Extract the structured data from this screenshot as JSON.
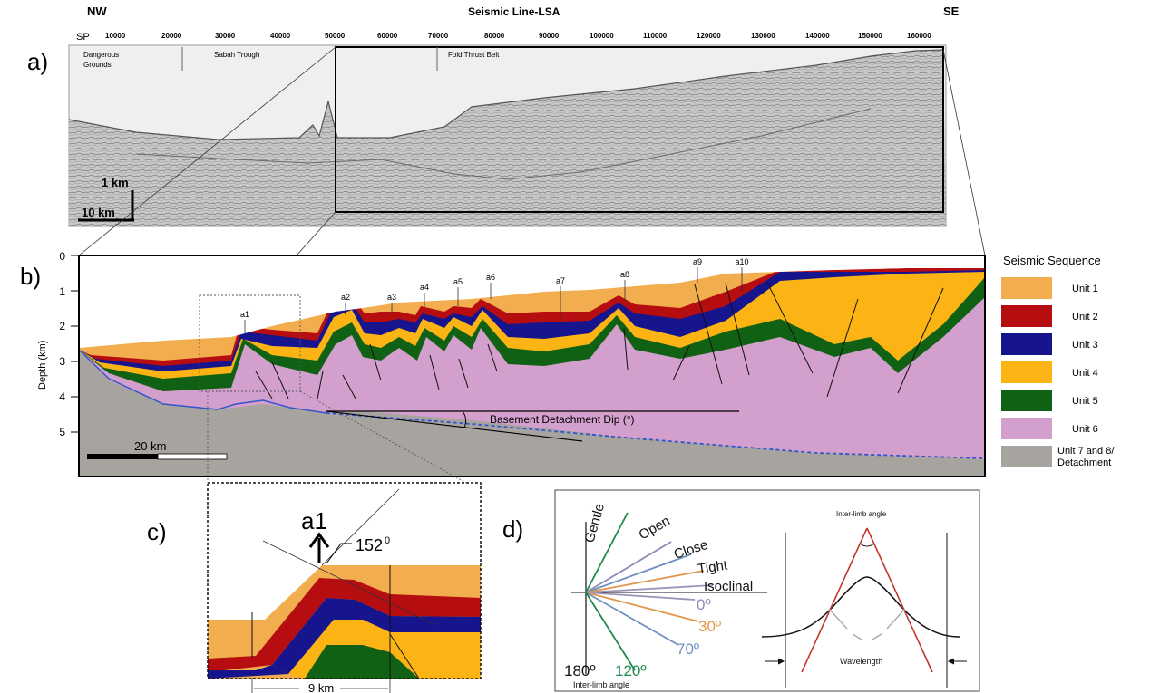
{
  "panel_a": {
    "label": "a)",
    "nw": "NW",
    "se": "SE",
    "title": "Seismic Line-LSA",
    "sp": "SP",
    "sp_ticks": [
      "10000",
      "20000",
      "30000",
      "40000",
      "50000",
      "60000",
      "70000",
      "80000",
      "90000",
      "100000",
      "110000",
      "120000",
      "130000",
      "140000",
      "150000",
      "160000"
    ],
    "regions": [
      "Dangerous",
      "Grounds",
      "Sabah Trough",
      "Fold Thrust Belt"
    ],
    "scale_v": "1 km",
    "scale_h": "10 km"
  },
  "panel_b": {
    "label": "b)",
    "y_axis_label": "Depth (km)",
    "y_ticks": [
      "0",
      "1",
      "2",
      "3",
      "4",
      "5"
    ],
    "anticlines": [
      "a1",
      "a2",
      "a3",
      "a4",
      "a5",
      "a6",
      "a7",
      "a8",
      "a9",
      "a10"
    ],
    "detachment_label": "Basement Detachment Dip  (°)",
    "scale_bar": "20 km",
    "legend_title": "Seismic Sequence",
    "legend": [
      {
        "label": "Unit 1",
        "color": "#f2ad4e"
      },
      {
        "label": "Unit 2",
        "color": "#b50d10"
      },
      {
        "label": "Unit 3",
        "color": "#16158e"
      },
      {
        "label": "Unit 4",
        "color": "#fbb413"
      },
      {
        "label": "Unit 5",
        "color": "#116114"
      },
      {
        "label": "Unit 6",
        "color": "#d39fcc"
      },
      {
        "label": "Unit 7 and 8/",
        "color": "#a7a39f"
      }
    ],
    "legend_extra": "Detachment"
  },
  "panel_c": {
    "label": "c)",
    "anticline": "a1",
    "angle": "152",
    "angle_sup": "0",
    "width": "9 km"
  },
  "panel_d": {
    "label": "d)",
    "classes": [
      "Gentle",
      "Open",
      "Close",
      "Tight",
      "Isoclinal"
    ],
    "angles": [
      "0º",
      "30º",
      "70º",
      "120º",
      "180º"
    ],
    "inter_limb_label": "Inter-limb angle",
    "inter_limb_top": "Inter-limb angle",
    "wavelength": "Wavelength"
  },
  "colors": {
    "unit1": "#f2ad4e",
    "unit2": "#b50d10",
    "unit3": "#16158e",
    "unit4": "#fbb413",
    "unit5": "#116114",
    "unit6": "#d39fcc",
    "unit7": "#a7a39f"
  }
}
